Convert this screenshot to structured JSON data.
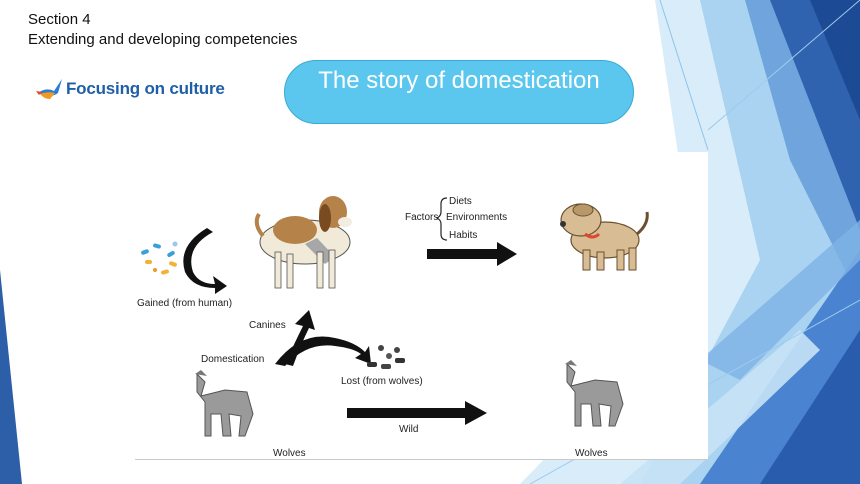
{
  "header": {
    "section": "Section 4",
    "subtitle": "Extending and developing competencies"
  },
  "logo": {
    "text": "Focusing on culture",
    "icon": "bird-logo-icon"
  },
  "title": {
    "text": "The story of domestication"
  },
  "figure": {
    "factors_label": "Factors",
    "factors": [
      "Diets",
      "Environments",
      "Habits"
    ],
    "gained_label": "Gained (from human)",
    "canines_label": "Canines",
    "domestication_label": "Domestication",
    "lost_label": "Lost (from wolves)",
    "wild_label": "Wild",
    "wolves_left_label": "Wolves",
    "wolves_right_label": "Wolves"
  },
  "colors": {
    "title_pill": "#5bc7ee",
    "logo_text": "#1f5fa8",
    "decor_dark_blue": "#1e4e9a",
    "decor_light_blue": "#b9dcf3"
  }
}
